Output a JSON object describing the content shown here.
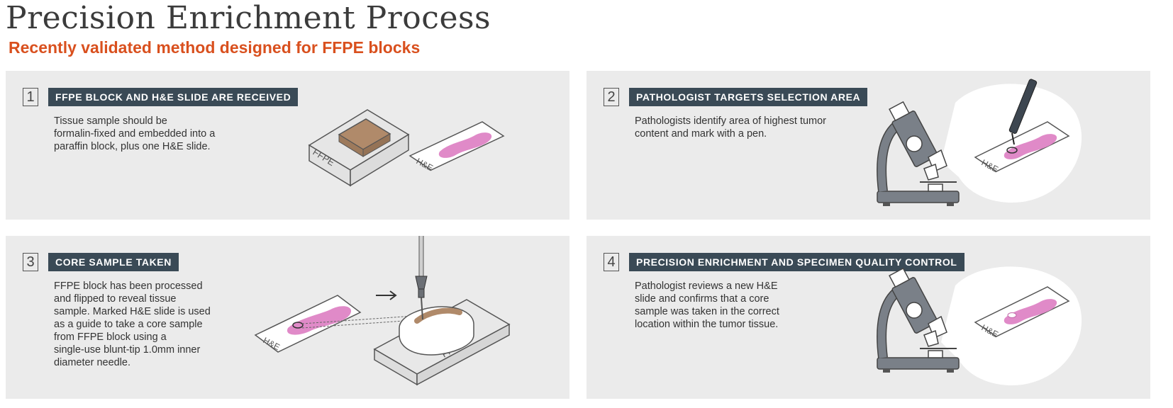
{
  "header": {
    "title": "Precision Enrichment Process",
    "subtitle": "Recently validated method designed for FFPE blocks"
  },
  "colors": {
    "accent": "#d9501e",
    "step_header_bg": "#3a4a56",
    "panel_bg": "#ebebeb",
    "tissue": "#e08ac8",
    "wax": "#b08a6a",
    "microscope": "#7a8088"
  },
  "steps": [
    {
      "number": "1",
      "heading": "FFPE BLOCK AND H&E SLIDE ARE RECEIVED",
      "body": "Tissue sample should be\nformalin-fixed and embedded into a\nparaffin block, plus one H&E slide.",
      "block_label": "FFPE",
      "slide_label": "H&E"
    },
    {
      "number": "2",
      "heading": "PATHOLOGIST TARGETS SELECTION AREA",
      "body": "Pathologists identify area of highest tumor\ncontent and mark with a pen.",
      "slide_label": "H&E"
    },
    {
      "number": "3",
      "heading": "CORE SAMPLE TAKEN",
      "body": "FFPE block has been processed\nand flipped to reveal tissue\nsample. Marked H&E slide is used\nas a guide to take a core sample\nfrom FFPE block using a\nsingle-use blunt-tip 1.0mm inner\ndiameter needle.",
      "block_label": "FFPE",
      "slide_label": "H&E"
    },
    {
      "number": "4",
      "heading": "PRECISION ENRICHMENT AND SPECIMEN QUALITY CONTROL",
      "body": "Pathologist reviews a new H&E\nslide and confirms that a core\nsample was taken in the correct\nlocation within the tumor tissue.",
      "slide_label": "H&E"
    }
  ]
}
